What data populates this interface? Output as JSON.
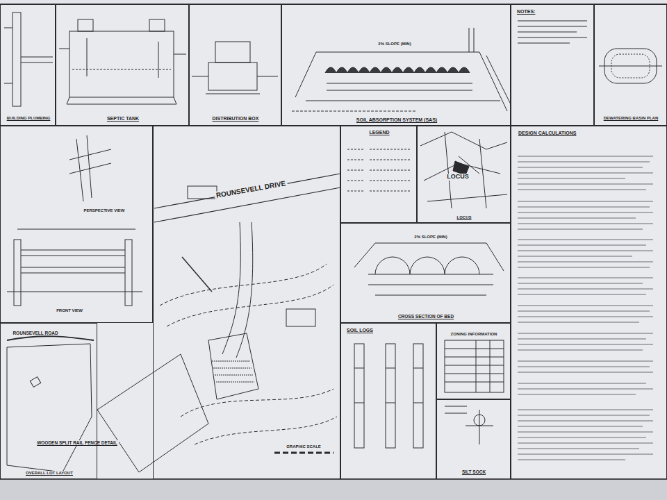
{
  "diagram": {
    "nodes": [
      {
        "text": [
          "BUILDING PLUMBING"
        ]
      },
      {
        "text": [
          "SEPTIC TANK"
        ]
      },
      {
        "text": [
          "DISTRIBUTION BOX"
        ]
      },
      {
        "text": [
          "SOIL ABSORPTION SYSTEM (SAS)"
        ]
      },
      {
        "text": [
          "NOTES:"
        ]
      },
      {
        "text": [
          "DEWATERING BASIN PLAN"
        ]
      },
      {
        "text": [
          "WOODEN SPLIT RAIL FENCE DETAIL"
        ]
      },
      {
        "text": [
          "ROUNSEVELL DRIVE"
        ]
      },
      {
        "text": [
          "LEGEND"
        ]
      },
      {
        "text": [
          "LOCUS",
          "LOCUS"
        ]
      },
      {
        "text": [
          "DESIGN CALCULATIONS"
        ]
      },
      {
        "text": [
          "CROSS SECTION OF BED"
        ]
      },
      {
        "text": [
          "ROUNSEVELL ROAD",
          "OVERALL LOT LAYOUT"
        ]
      },
      {
        "text": [
          "SOIL LOGS"
        ]
      },
      {
        "text": [
          "ZONING INFORMATION"
        ]
      },
      {
        "text": [
          "SILT SOCK"
        ]
      }
    ],
    "labels": [
      "PERSPECTIVE VIEW",
      "FRONT VIEW",
      "GRAPHIC SCALE",
      "2% SLOPE (MIN)",
      "2% SLOPE (MIN)"
    ]
  }
}
